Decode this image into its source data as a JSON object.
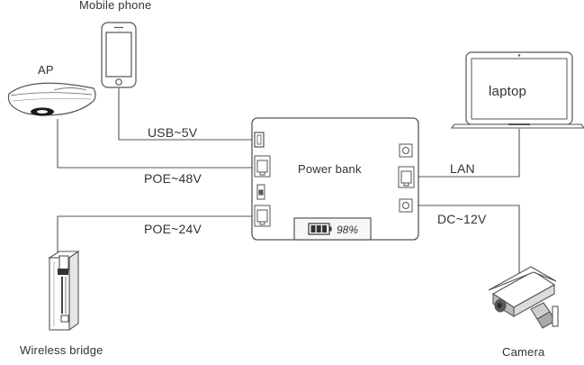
{
  "devices": {
    "mobile_phone": "Mobile phone",
    "ap": "AP",
    "laptop": "laptop",
    "power_bank": "Power bank",
    "wireless_bridge": "Wireless bridge",
    "camera": "Camera"
  },
  "connections": {
    "usb": "USB~5V",
    "poe48": "POE~48V",
    "poe24": "POE~24V",
    "lan": "LAN",
    "dc12": "DC~12V"
  },
  "battery_display": "98%",
  "battery_level_percent": 98,
  "colors": {
    "line": "#555555",
    "text": "#333333",
    "display_fill": "#f7f7f7",
    "ap_glow": "#1b1b1b"
  }
}
